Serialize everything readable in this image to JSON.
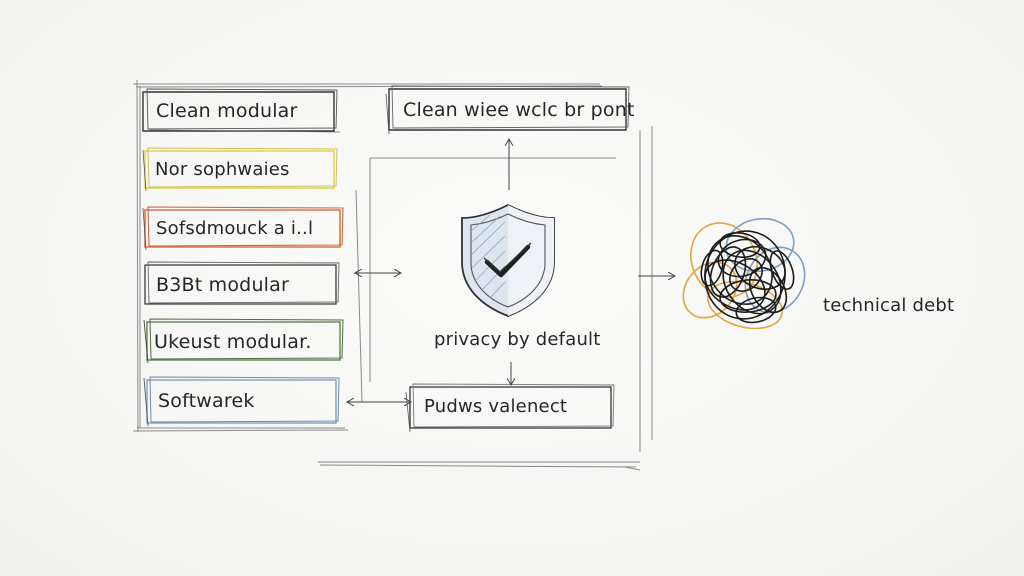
{
  "left_column": {
    "boxes": [
      {
        "label": "Clean modular",
        "color": "#3a3a3a"
      },
      {
        "label": "Nor sophwaies",
        "color": "#e2d45a"
      },
      {
        "label": "Sofsdmouck a i..l",
        "color": "#d9774a"
      },
      {
        "label": "B3Bt modular",
        "color": "#3a3a3a"
      },
      {
        "label": "Ukeust modular.",
        "color": "#6e8a5a"
      },
      {
        "label": "Softwarek",
        "color": "#8aa6c4"
      }
    ]
  },
  "center": {
    "top_box_label": "Clean wiee wclc br pont",
    "shield_icon": "shield-check-icon",
    "center_label": "privacy by default",
    "bottom_box_label": "Pudws valenect"
  },
  "right": {
    "tangle_icon": "tangled-scribble-icon",
    "debt_label": "technical debt",
    "tangle_colors": [
      "#1c1c1c",
      "#e3a63c",
      "#7f9fbf"
    ]
  }
}
